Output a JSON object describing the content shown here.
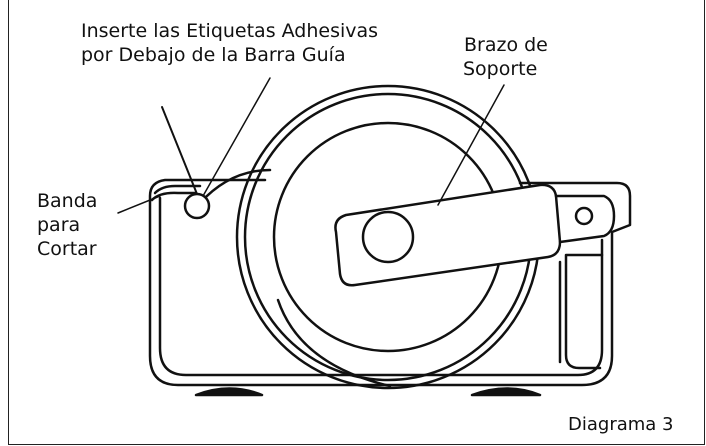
{
  "labels": {
    "insert_line1": "Inserte las Etiquetas Adhesivas",
    "insert_line2": "por Debajo de la Barra Guía",
    "arm_line1": "Brazo de",
    "arm_line2": "Soporte",
    "cut_line1": "Banda",
    "cut_line2": "para",
    "cut_line3": "Cortar"
  },
  "caption": "Diagrama 3",
  "colors": {
    "line": "#111111",
    "background": "#ffffff"
  }
}
